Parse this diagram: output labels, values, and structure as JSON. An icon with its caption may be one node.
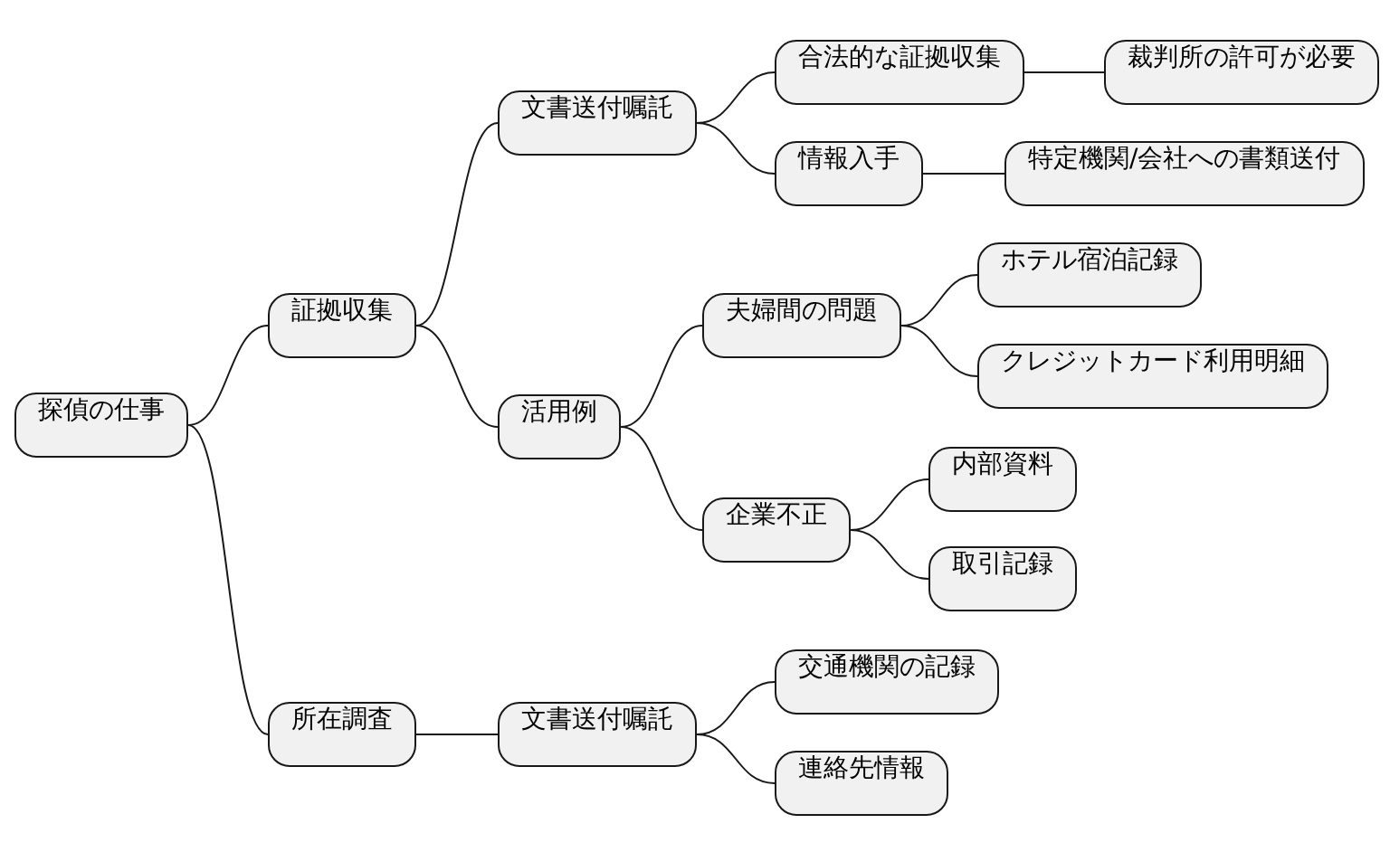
{
  "diagram": {
    "nodes": [
      {
        "text": [
          "探偵の仕事"
        ]
      },
      {
        "text": [
          "証拠収集"
        ]
      },
      {
        "text": [
          "文書送付嘱託"
        ]
      },
      {
        "text": [
          "合法的な証拠収集"
        ]
      },
      {
        "text": [
          "裁判所の許可が必要"
        ]
      },
      {
        "text": [
          "情報入手"
        ]
      },
      {
        "text": [
          "特定機関/会社への書類送付"
        ]
      },
      {
        "text": [
          "活用例"
        ]
      },
      {
        "text": [
          "夫婦間の問題"
        ]
      },
      {
        "text": [
          "ホテル宿泊記録"
        ]
      },
      {
        "text": [
          "クレジットカード利用明細"
        ]
      },
      {
        "text": [
          "企業不正"
        ]
      },
      {
        "text": [
          "内部資料"
        ]
      },
      {
        "text": [
          "取引記録"
        ]
      },
      {
        "text": [
          "所在調査"
        ]
      },
      {
        "text": [
          "文書送付嘱託"
        ]
      },
      {
        "text": [
          "交通機関の記録"
        ]
      },
      {
        "text": [
          "連絡先情報"
        ]
      }
    ],
    "edges": [
      {
        "from": 0,
        "to": 1,
        "arrow": "none"
      },
      {
        "from": 1,
        "to": 2,
        "arrow": "none"
      },
      {
        "from": 2,
        "to": 3,
        "arrow": "none"
      },
      {
        "from": 3,
        "to": 4,
        "arrow": "none"
      },
      {
        "from": 2,
        "to": 5,
        "arrow": "none"
      },
      {
        "from": 5,
        "to": 6,
        "arrow": "none"
      },
      {
        "from": 1,
        "to": 7,
        "arrow": "none"
      },
      {
        "from": 7,
        "to": 8,
        "arrow": "none"
      },
      {
        "from": 8,
        "to": 9,
        "arrow": "none"
      },
      {
        "from": 8,
        "to": 10,
        "arrow": "none"
      },
      {
        "from": 7,
        "to": 11,
        "arrow": "none"
      },
      {
        "from": 11,
        "to": 12,
        "arrow": "none"
      },
      {
        "from": 11,
        "to": 13,
        "arrow": "none"
      },
      {
        "from": 0,
        "to": 14,
        "arrow": "none"
      },
      {
        "from": 14,
        "to": 15,
        "arrow": "none"
      },
      {
        "from": 15,
        "to": 16,
        "arrow": "none"
      },
      {
        "from": 15,
        "to": 17,
        "arrow": "none"
      }
    ]
  }
}
